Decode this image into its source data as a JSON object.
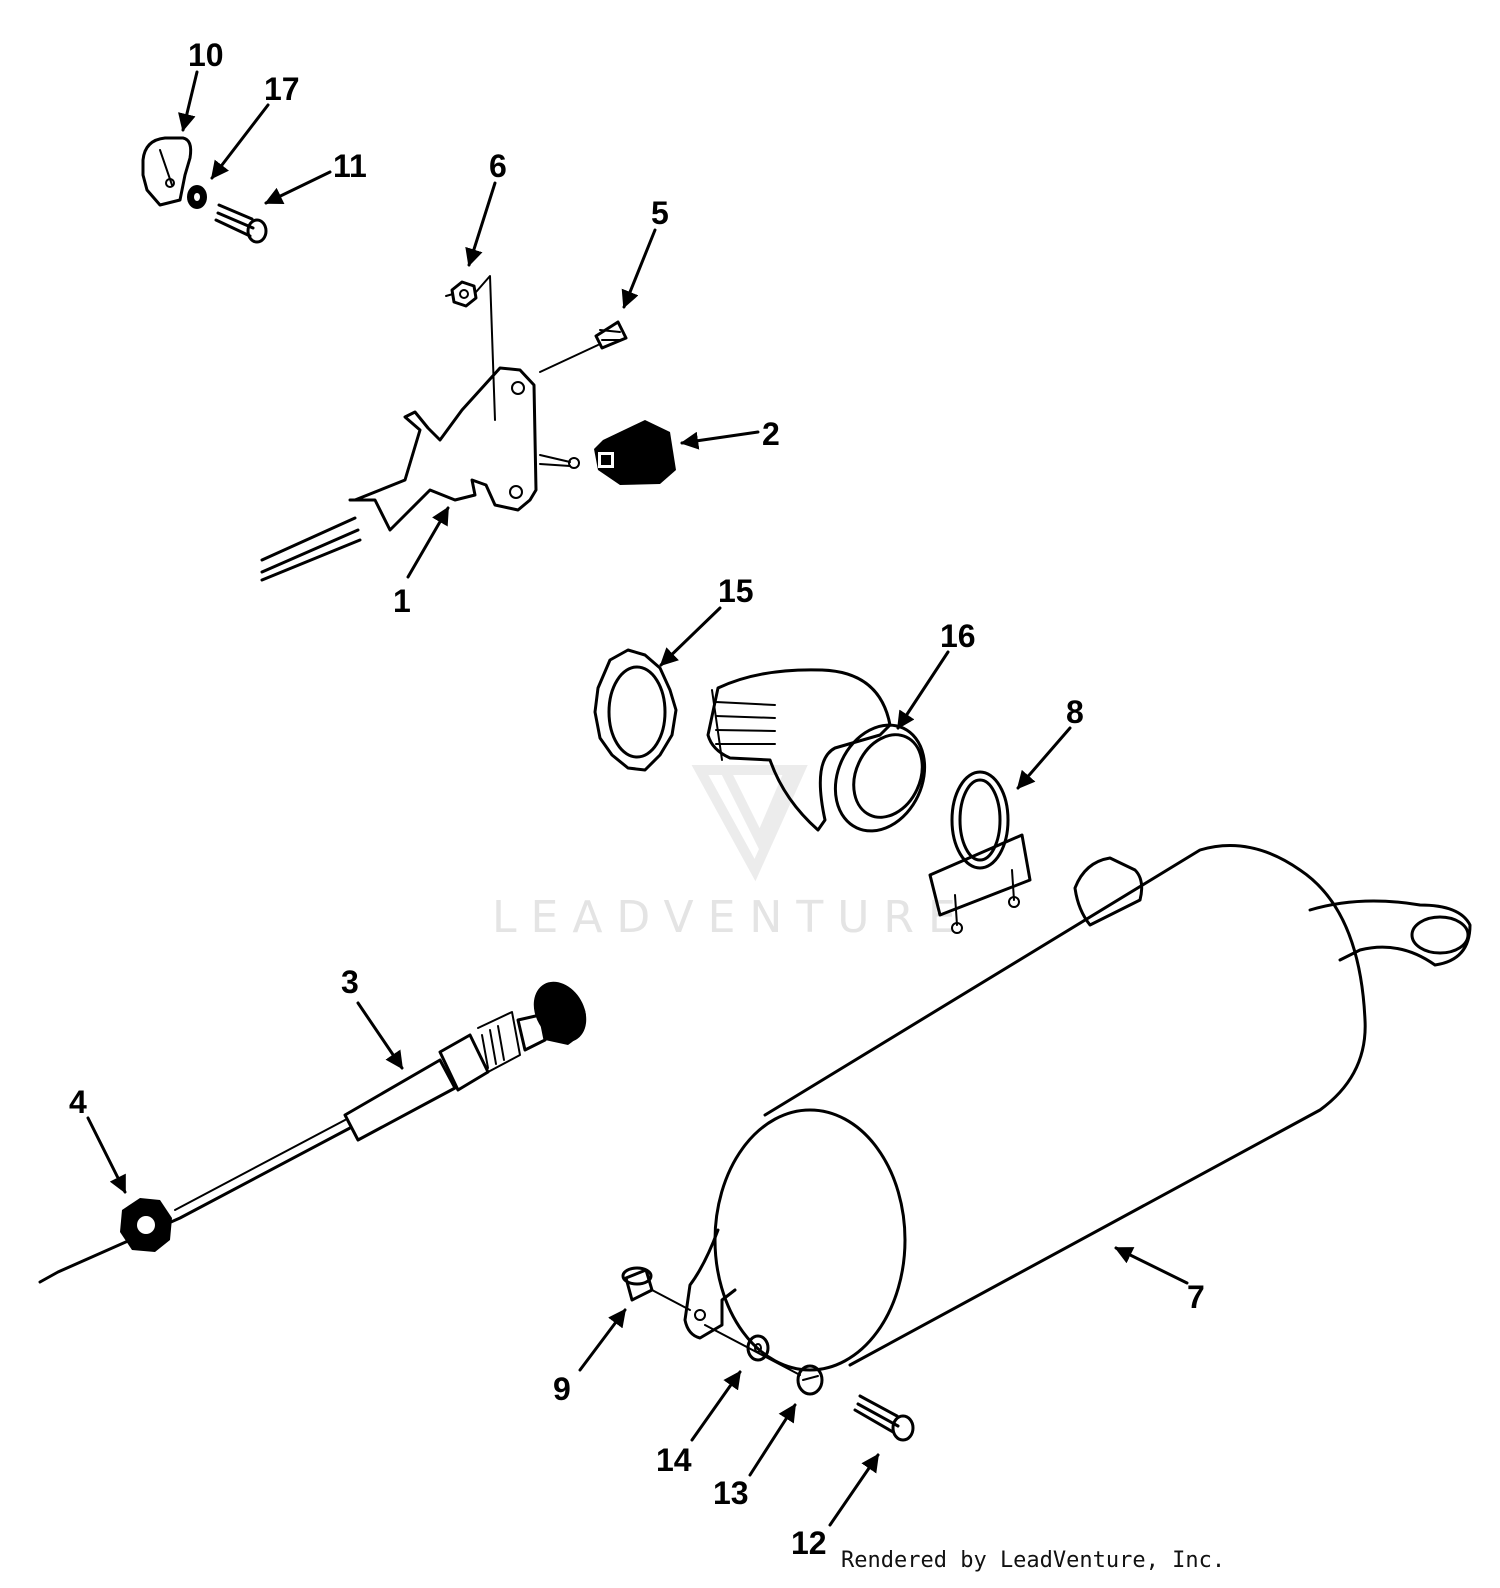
{
  "watermark": {
    "text": "LEADVENTURE"
  },
  "credit": "Rendered by LeadVenture, Inc.",
  "callouts": {
    "p1": "1",
    "p2": "2",
    "p3": "3",
    "p4": "4",
    "p5": "5",
    "p6": "6",
    "p7": "7",
    "p8": "8",
    "p9": "9",
    "p10": "10",
    "p11": "11",
    "p12": "12",
    "p13": "13",
    "p14": "14",
    "p15": "15",
    "p16": "16",
    "p17": "17"
  }
}
